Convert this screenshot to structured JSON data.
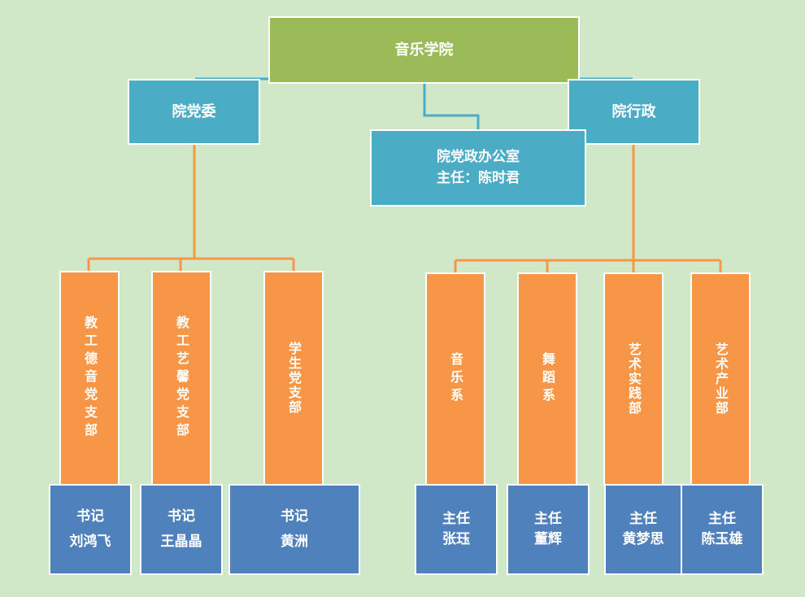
{
  "root": "音乐学院",
  "branches": {
    "party": "院党委",
    "admin": "院行政",
    "office": {
      "name": "院党政办公室",
      "head": "主任：陈时君"
    }
  },
  "party_units": [
    {
      "name": "教工德音党支部",
      "role": "书记",
      "person": "刘鸿飞"
    },
    {
      "name": "教工艺馨党支部",
      "role": "书记",
      "person": "王晶晶"
    },
    {
      "name": "学生党支部",
      "role": "书记",
      "person": "黄洲"
    }
  ],
  "admin_units": [
    {
      "name": "音乐系",
      "role": "主任",
      "person": "张珏"
    },
    {
      "name": "舞蹈系",
      "role": "主任",
      "person": "董辉"
    },
    {
      "name": "艺术实践部",
      "role": "主任",
      "person": "黄梦思"
    },
    {
      "name": "艺术产业部",
      "role": "主任",
      "person": "陈玉雄"
    }
  ],
  "colors": {
    "background": "#d0e8c8",
    "root": "#9bbb59",
    "branch": "#4bacc6",
    "unit": "#f79646",
    "person": "#4f81bd",
    "connector_orange": "#f79646",
    "connector_teal": "#4bacc6"
  }
}
